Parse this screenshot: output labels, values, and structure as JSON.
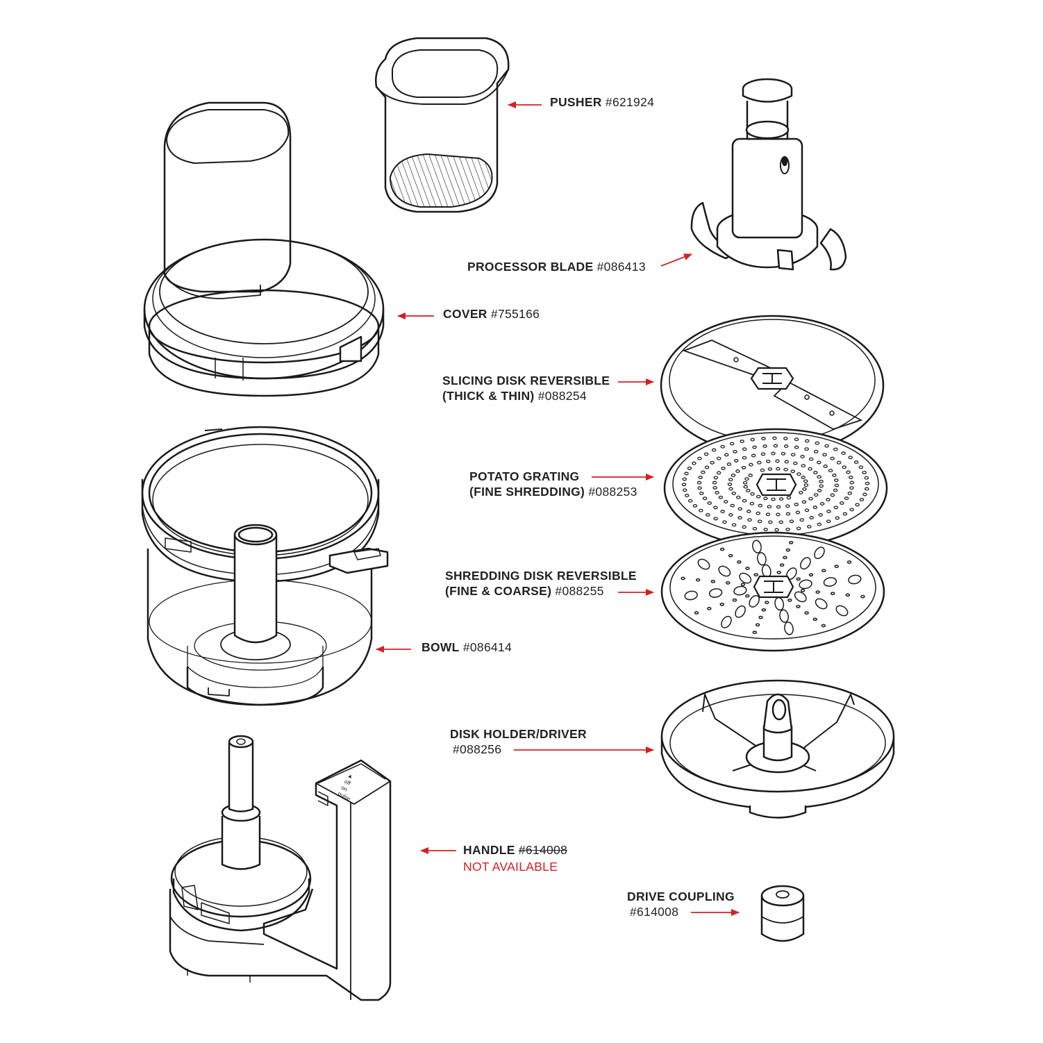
{
  "colors": {
    "arrow": "#d32027",
    "line_art": "#1a1a1a",
    "text": "#222222",
    "not_available": "#d32027"
  },
  "labels": {
    "pusher": {
      "name": "PUSHER",
      "number": "#621924"
    },
    "processor_blade": {
      "name": "PROCESSOR BLADE",
      "number": "#086413"
    },
    "cover": {
      "name": "COVER",
      "number": "#755166"
    },
    "slicing_disk": {
      "name_line1": "SLICING DISK REVERSIBLE",
      "name_line2": "(THICK & THIN)",
      "number": "#088254"
    },
    "potato_grating": {
      "name_line1": "POTATO GRATING",
      "name_line2": "(FINE SHREDDING)",
      "number": "#088253"
    },
    "shredding_disk": {
      "name_line1": "SHREDDING DISK REVERSIBLE",
      "name_line2": "(FINE & COARSE)",
      "number": "#088255"
    },
    "bowl": {
      "name": "BOWL",
      "number": "#086414"
    },
    "disk_holder": {
      "name": "DISK HOLDER/DRIVER",
      "number": "#088256"
    },
    "handle": {
      "name": "HANDLE",
      "number": "#614008",
      "status": "NOT AVAILABLE"
    },
    "drive_coupling": {
      "name": "DRIVE COUPLING",
      "number": "#614008"
    }
  },
  "switch_legend": [
    "▲",
    "off",
    "on",
    "pulse"
  ]
}
